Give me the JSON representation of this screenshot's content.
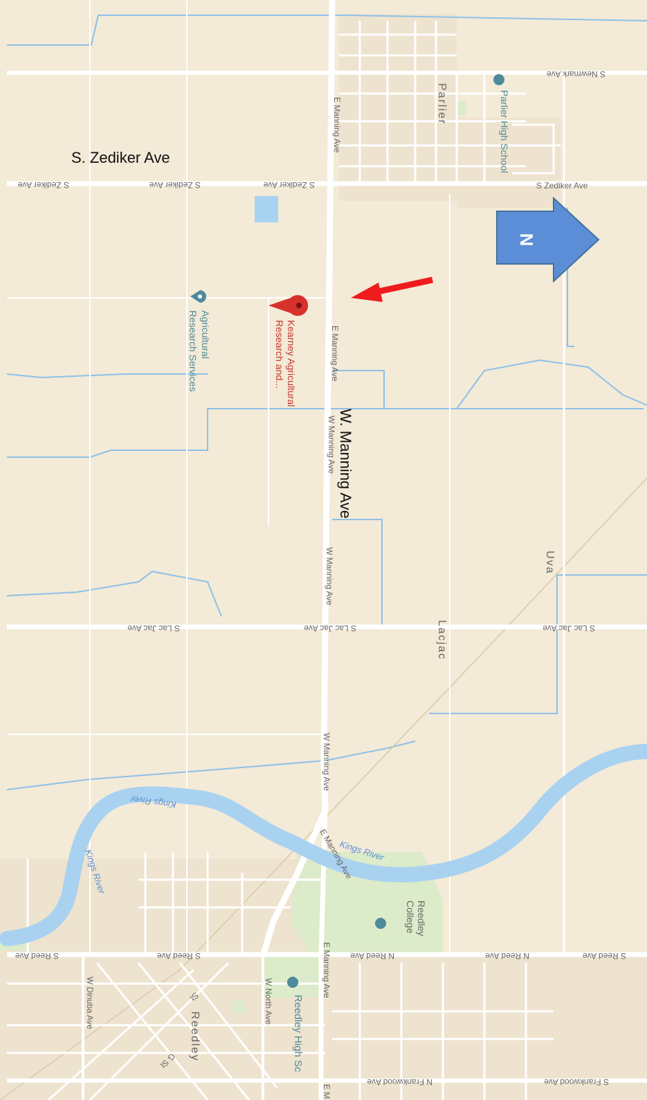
{
  "map": {
    "colors": {
      "land": "#f3ead7",
      "road": "#ffffff",
      "river": "#a9d2f1",
      "river_label": "#5b8fd6",
      "canal": "#8ec0e8",
      "road_label": "#666666",
      "poi": "#4f8a9a",
      "park": "#dcebc9",
      "marker": "#d7312b",
      "arrow_north": "#5b8ed6",
      "arrow_red": "#ee1c1c"
    },
    "annotations": {
      "zediker_label": "S. Zediker Ave",
      "manning_label": "W. Manning Ave",
      "north_label": "N"
    },
    "roads": {
      "s_newmark_ave": "S Newmark Ave",
      "s_zediker_ave": "S Zediker Ave",
      "e_manning_ave": "E Manning Ave",
      "w_manning_ave": "W Manning Ave",
      "s_lac_jac_ave": "S Lac Jac Ave",
      "s_reed_ave": "S Reed Ave",
      "n_reed_ave": "N Reed Ave",
      "n_frankwood_ave": "N Frankwood Ave",
      "s_frankwood_ave": "S Frankwood Ave",
      "w_dinuba_ave": "W Dinuba Ave",
      "w_north_ave": "W North Ave",
      "e_m": "E M",
      "street_st": "St",
      "street_g": "G St"
    },
    "places": {
      "parlier": "Parlier",
      "uva": "Uva",
      "lacjac": "Lacjac",
      "reedley": "Reedley",
      "kings_river": "Kings River"
    },
    "pois": {
      "parlier_high_school": "Parlier High School",
      "kearney_line1": "Kearney Agricultural",
      "kearney_line2": "Research and...",
      "ars_line1": "Agricultural",
      "ars_line2": "Research Services",
      "reedley_college_line1": "Reedley",
      "reedley_college_line2": "College",
      "reedley_high_school": "Reedley High Sc"
    }
  }
}
